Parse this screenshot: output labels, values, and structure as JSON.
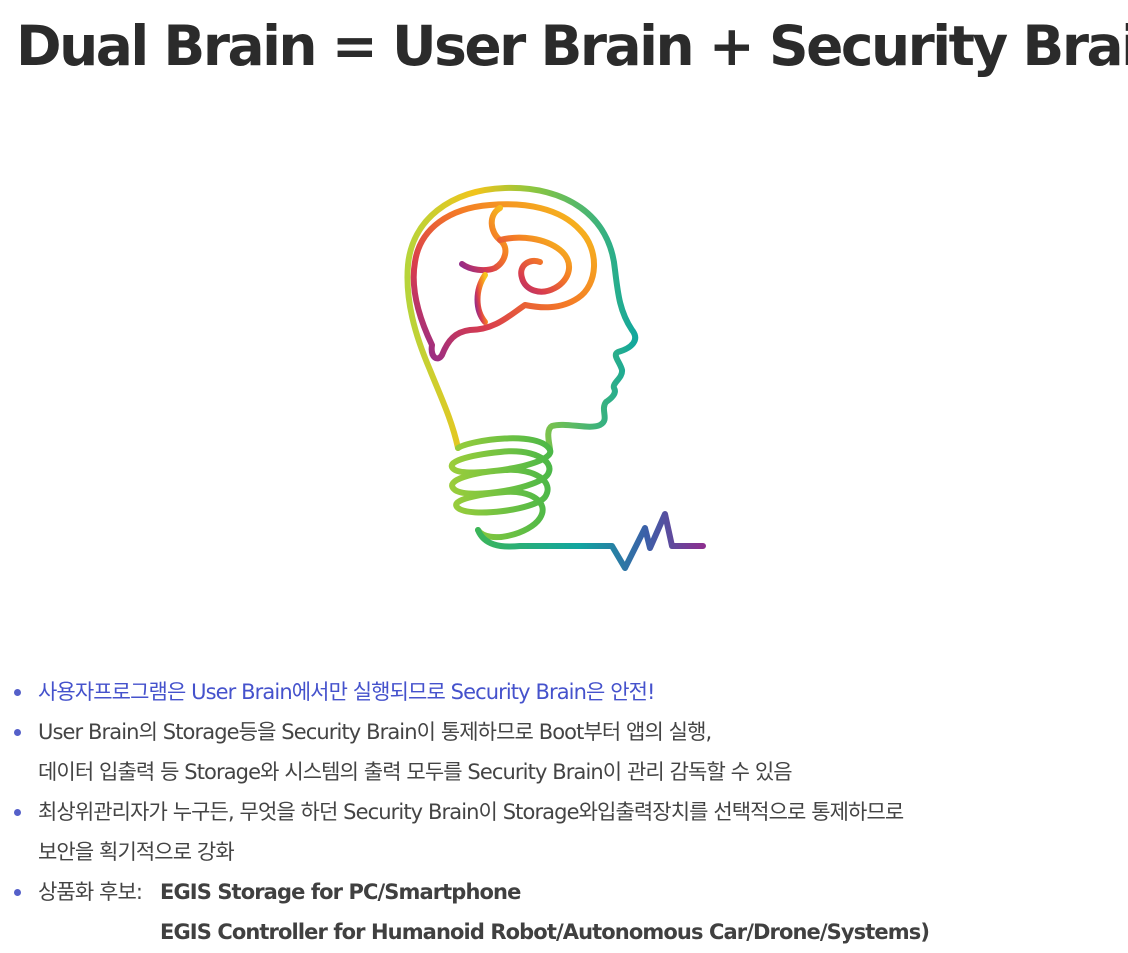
{
  "title": "Dual Brain = User Brain + Security Brain",
  "illustration_icon": "brain-lightbulb-head-icon",
  "colors": {
    "title": "#2b2b2b",
    "highlight": "#4552cc",
    "bullet": "#5560c9",
    "body": "#444444"
  },
  "bullets": [
    {
      "line1": "사용자프로그램은 User Brain에서만 실행되므로 Security Brain은 안전!"
    },
    {
      "line1": "User Brain의 Storage등을 Security Brain이 통제하므로 Boot부터 앱의 실행,",
      "line2": "데이터 입출력 등 Storage와 시스템의 출력 모두를 Security Brain이 관리 감독할 수 있음"
    },
    {
      "line1": "최상위관리자가 누구든, 무엇을 하던 Security Brain이 Storage와입출력장치를 선택적으로 통제하므로",
      "line2": "보안을 획기적으로 강화"
    },
    {
      "label": "상품화 후보:",
      "products": [
        "EGIS Storage for PC/Smartphone",
        "EGIS Controller for Humanoid Robot/Autonomous Car/Drone/Systems)"
      ]
    }
  ]
}
